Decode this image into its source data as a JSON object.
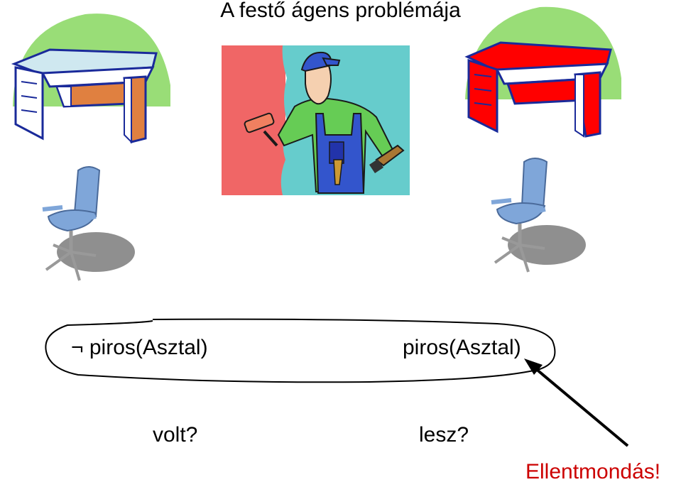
{
  "title": "A festő ágens problémája",
  "formulas": {
    "left_negation_symbol": "¬",
    "left_predicate": "piros(Asztal)",
    "right_predicate": "piros(Asztal)"
  },
  "questions": {
    "before": "volt?",
    "after": "lesz?"
  },
  "conclusion": "Ellentmondás!",
  "colors": {
    "wall_red": "#f06666",
    "wall_cyan": "#66cccc",
    "desk_orange": "#e08040",
    "desk_red": "#ff0000",
    "chair_blue": "#7fa6d9",
    "ground_green": "#99dd77",
    "conclusion_red": "#cc0000"
  },
  "icons": [
    "desk-unpainted",
    "desk-painted-red",
    "painter-clipart",
    "office-chair-left",
    "office-chair-right",
    "arrow"
  ]
}
